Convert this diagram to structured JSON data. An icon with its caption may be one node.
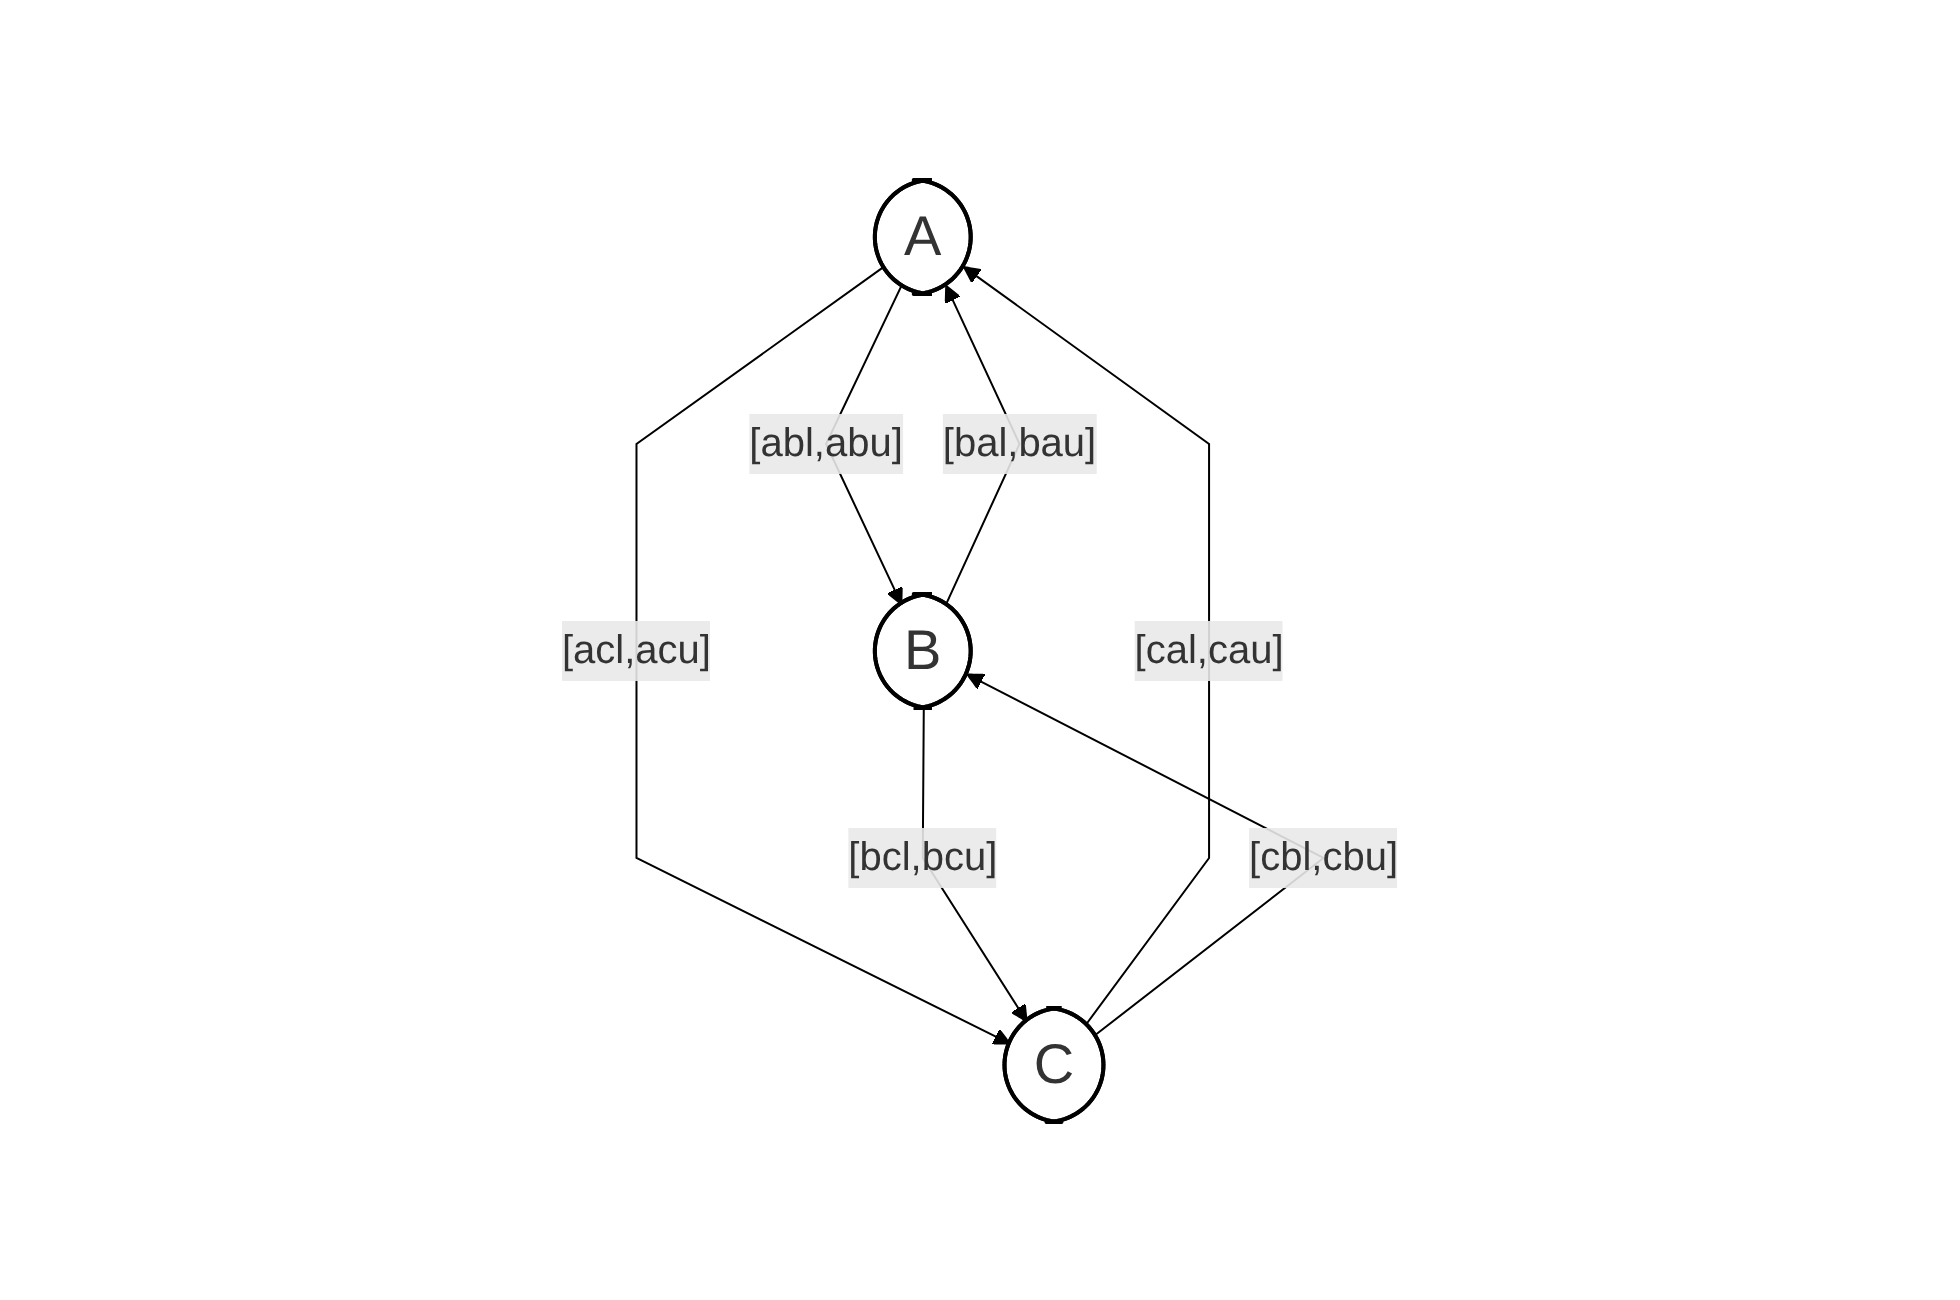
{
  "diagram": {
    "nodes": [
      {
        "text": [
          "A"
        ]
      },
      {
        "text": [
          "B"
        ]
      },
      {
        "text": [
          "C"
        ]
      }
    ],
    "edges": [
      {
        "from": 1,
        "to": 0,
        "arrow": "to",
        "label": "[bal,bau]"
      },
      {
        "from": 0,
        "to": 1,
        "arrow": "to",
        "label": "[abl,abu]"
      },
      {
        "from": 0,
        "to": 2,
        "arrow": "to",
        "label": "[acl,acu]"
      },
      {
        "from": 2,
        "to": 0,
        "arrow": "to",
        "label": "[cal,cau]"
      },
      {
        "from": 1,
        "to": 2,
        "arrow": "to",
        "label": "[bcl,bcu]"
      },
      {
        "from": 2,
        "to": 1,
        "arrow": "to",
        "label": "[cbl,cbu]"
      }
    ]
  }
}
